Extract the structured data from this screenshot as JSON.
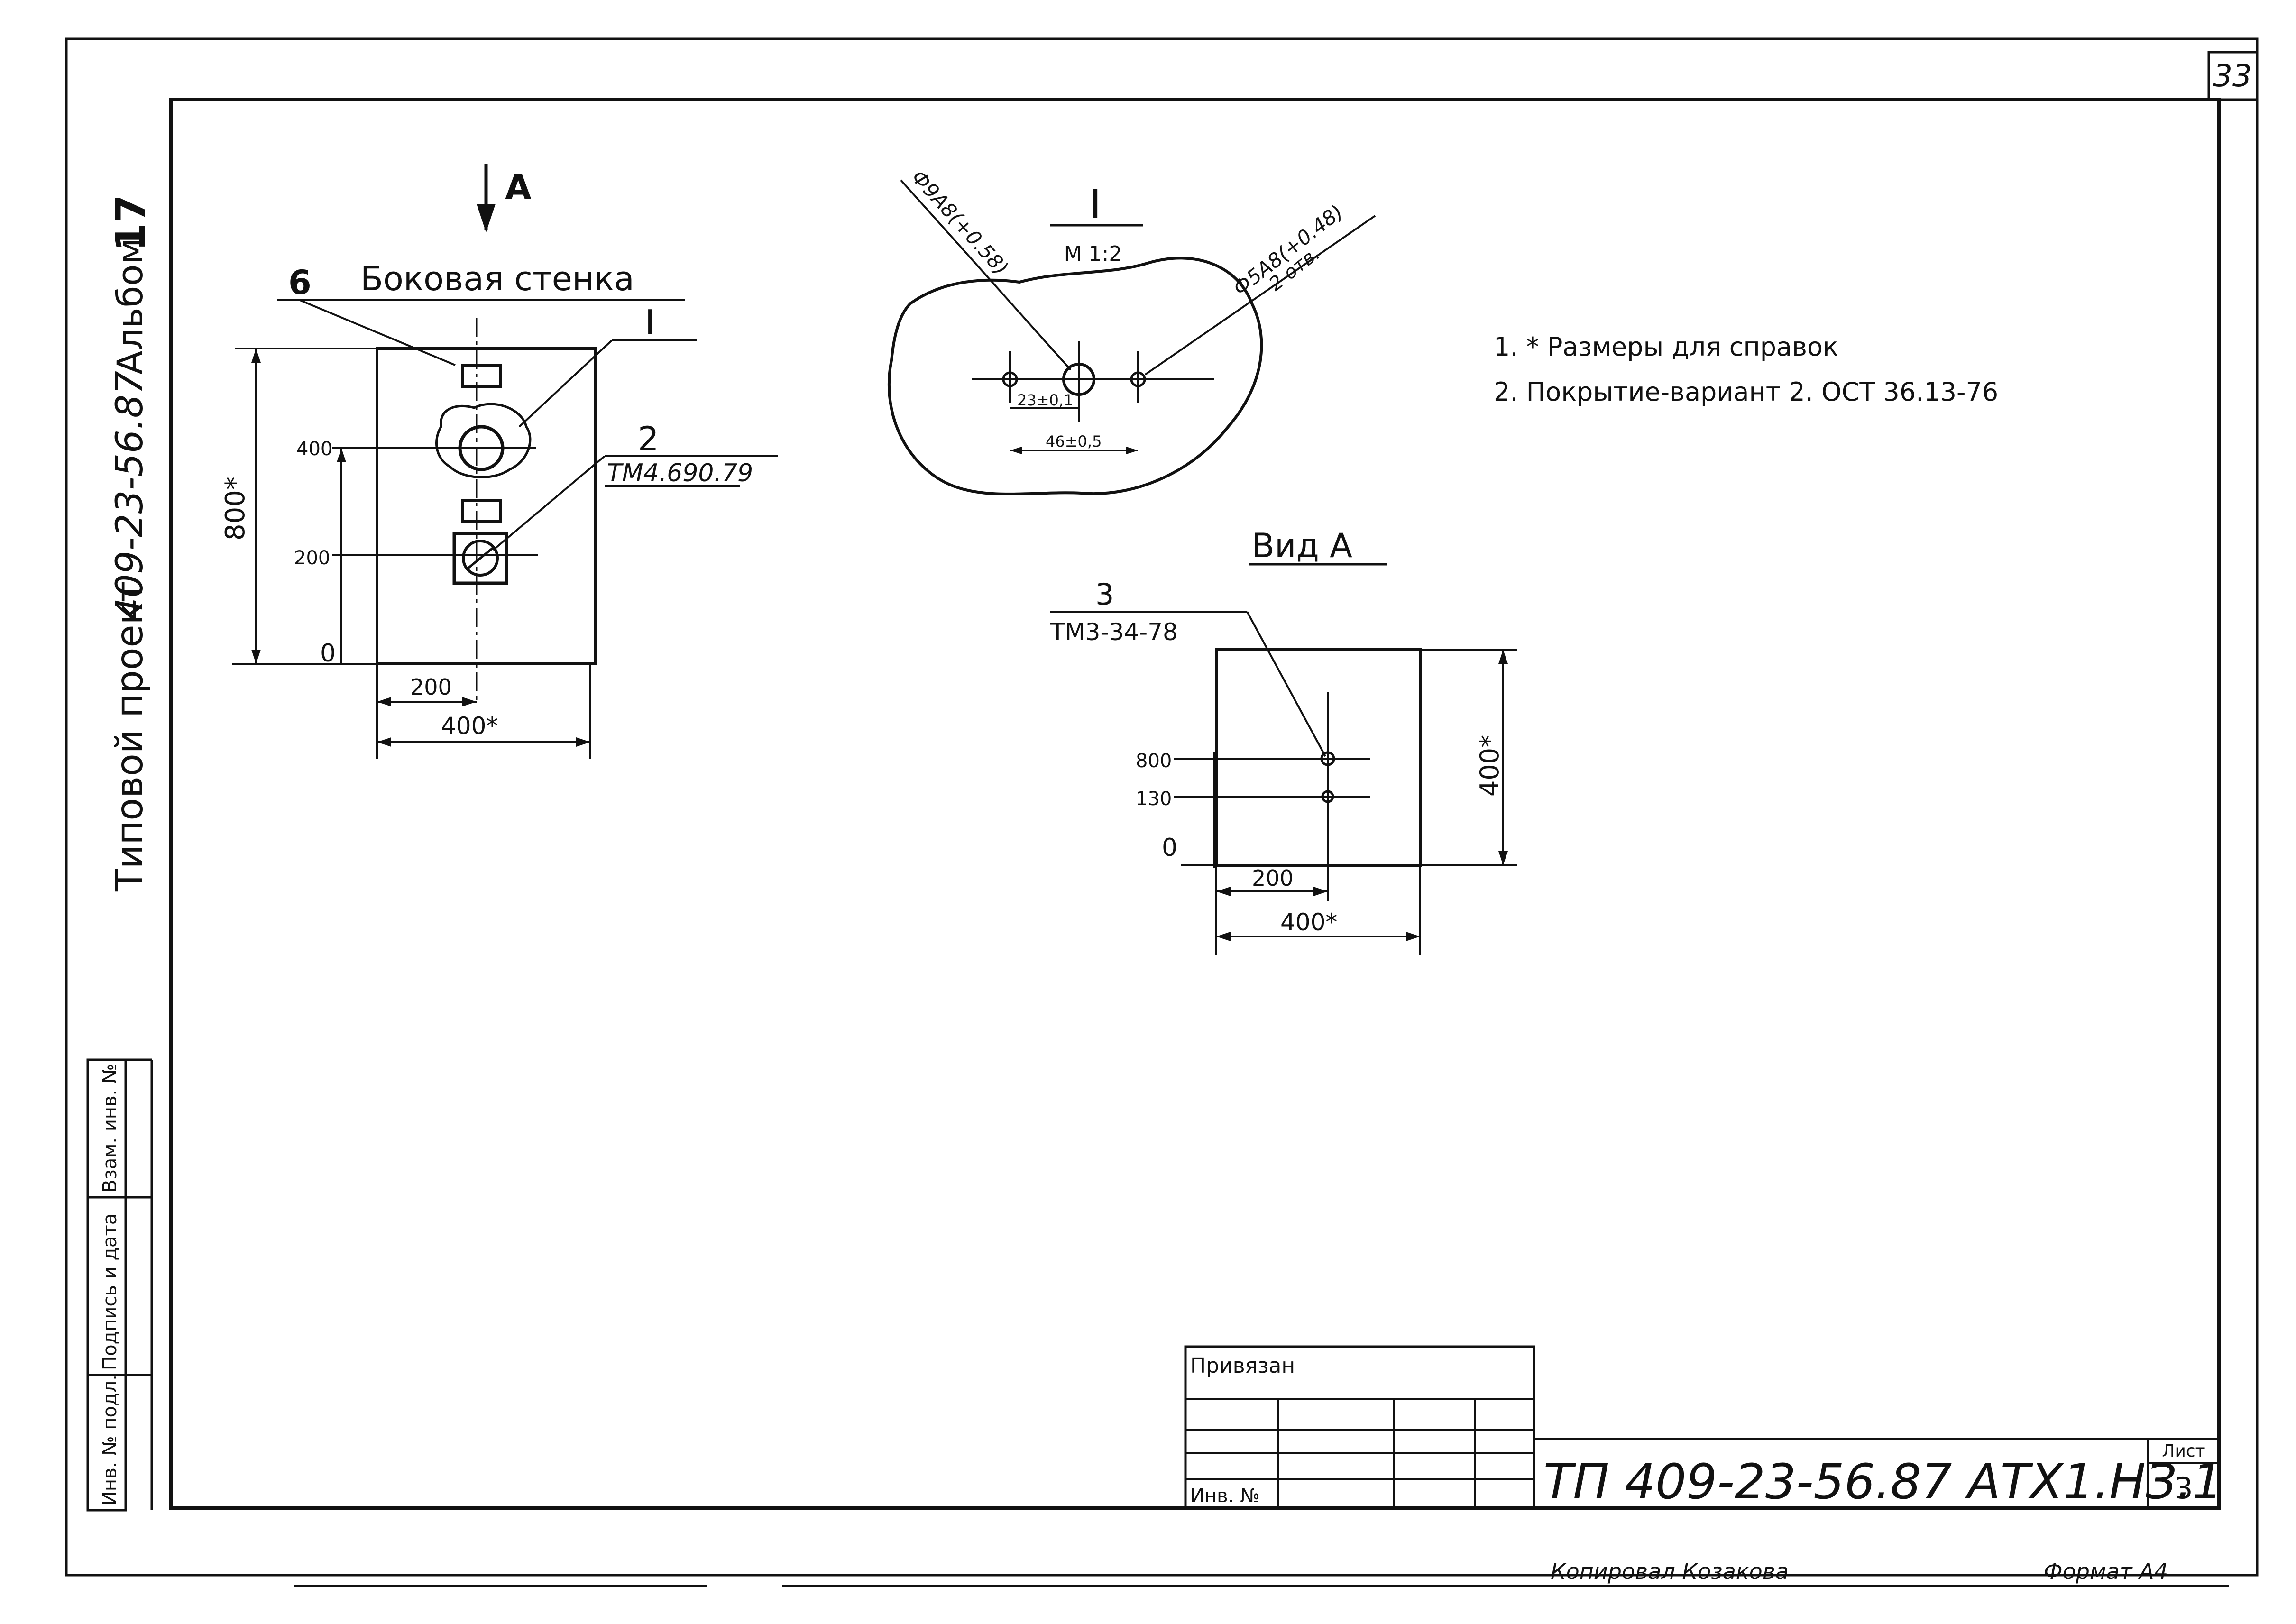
{
  "sheet_number": "33",
  "side_column": {
    "title": "Типовой проект",
    "code": "409-23-56.87",
    "album": "Альбом",
    "album_no": "17",
    "stamp": [
      "Инв. № подл.",
      "Подпись и дата",
      "Взам. инв. №"
    ]
  },
  "side_wall_view": {
    "arrow_label": "А",
    "callout_6": "6",
    "title": "Боковая стенка",
    "callout_I": "I",
    "callout_2": "2",
    "callout_2_ref": "ТМ4.690.79",
    "dim_800": "800*",
    "dim_400": "400",
    "dim_200": "200",
    "dim_0": "0",
    "dim_w200": "200",
    "dim_w400": "400*"
  },
  "detail_I": {
    "title": "I",
    "scale": "М 1:2",
    "hole_large": "Ф9А8(+0.58)",
    "hole_small": "Ф5А8(+0.48)",
    "hole_small_qty": "2 отв.",
    "dim_23": "23±0,1",
    "dim_46": "46±0,5"
  },
  "notes": [
    "1. * Размеры для справок",
    "2. Покрытие-вариант 2. ОСТ 36.13-76"
  ],
  "view_A": {
    "title": "Вид А",
    "callout_3": "3",
    "callout_3_ref": "ТМ3-34-78",
    "dim_800": "800",
    "dim_130": "130",
    "dim_0": "0",
    "dim_h400": "400*",
    "dim_200": "200",
    "dim_w400": "400*"
  },
  "title_block": {
    "bound": "Привязан",
    "inv": "Инв. №",
    "doc_code": "ТП 409-23-56.87 АТХ1.НЗ.1",
    "sheet_label": "Лист",
    "sheet_value": "3"
  },
  "footer": {
    "copied": "Копировал Козакова",
    "format": "Формат А4"
  }
}
